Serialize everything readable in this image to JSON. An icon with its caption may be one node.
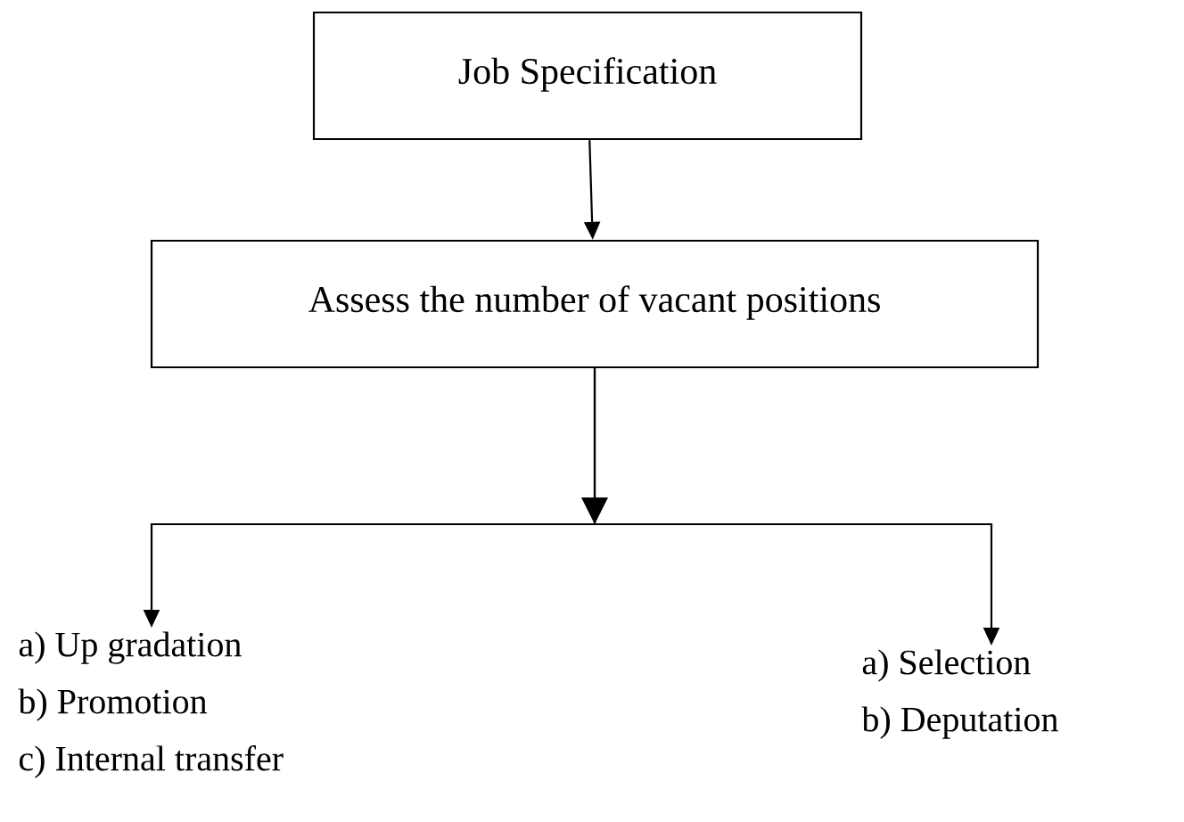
{
  "diagram": {
    "nodes": [
      {
        "text": [
          "Job Specification"
        ]
      },
      {
        "text": [
          "Assess the number of vacant positions"
        ]
      },
      {
        "text": [
          "a) Up gradation",
          "b) Promotion",
          "c) Internal transfer"
        ]
      },
      {
        "text": [
          "a) Selection",
          "b) Deputation"
        ]
      }
    ],
    "edges": [
      {
        "from": 0,
        "to": 1,
        "arrow": "to"
      },
      {
        "from": 1,
        "to": 2,
        "arrow": "to"
      },
      {
        "from": 1,
        "to": 3,
        "arrow": "to"
      }
    ]
  }
}
